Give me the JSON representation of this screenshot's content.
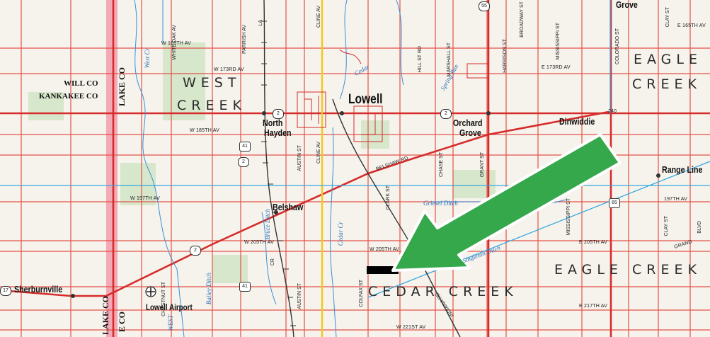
{
  "map": {
    "colors": {
      "background": "#f6f3ec",
      "road_grid": "#e0504a",
      "highway": "#d62c2c",
      "county_line_band": "#f2a9b4",
      "water": "#3a8fd8",
      "blue_line": "#36a9e0",
      "railroad": "#333333",
      "woods": "#cfe3c5",
      "arrow": "#34a84a",
      "parcel": "#000000",
      "yellow_road": "#f0c81e"
    },
    "icons": [
      "arrow-pointer-icon",
      "airport-icon",
      "route-shield-icon"
    ],
    "townships": {
      "west_top": "WEST",
      "west_bottom": "CREEK",
      "eagle_top": "EAGLE",
      "eagle_bottom": "CREEK",
      "eagle_south": "EAGLE CREEK",
      "cedar": "CEDAR CREEK"
    },
    "towns": {
      "lowell": "Lowell",
      "north": "North",
      "hayden": "Hayden",
      "orchard": "Orchard",
      "grove": "Grove",
      "dinwiddie": "Dinwiddie",
      "belshaw": "Belshaw",
      "sherburnville": "Sherburnville",
      "range_line": "Range Line",
      "grove_top": "Grove",
      "airport": "Lowell Airport"
    },
    "counties": {
      "will": "WILL CO",
      "kankakee": "KANKAKEE CO",
      "lake_top": "LAKE CO",
      "lake_bottom": "LAKE CO",
      "kankakee_bottom": "E CO"
    },
    "roads": {
      "w169": "W 169TH AV",
      "w173": "W 173RD AV",
      "w185": "W 185TH AV",
      "w197": "W 197TH AV",
      "w205a": "W 205TH AV",
      "w205b": "W 205TH AV",
      "w221": "W 221ST AV",
      "e165": "E 165TH AV",
      "e173": "E 173RD AV",
      "e197": "197TH AV",
      "e205": "E 205TH AV",
      "e217": "E 217TH AV",
      "belshaw_rd": "BELSHAW RD",
      "grand": "GRAND",
      "blvd": "BLVD",
      "white_oak": "WHITE OAK AV",
      "parrish": "PARRISH AV",
      "cline_top": "CLINE AV",
      "cline_mid": "CLINE AV",
      "austin_mid": "AUSTIN ST",
      "austin_low": "AUSTIN ST",
      "chestnut": "CHESTNUT ST",
      "colfax": "COLFAX ST",
      "clark": "CLARK ST",
      "chase": "CHASE ST",
      "grant": "GRANT ST",
      "marshall": "MARSHALL ST",
      "harrison": "HARRISON ST",
      "broadway": "BROADWAY ST",
      "mississippi_top": "MISSISSIPPI ST",
      "mississippi_low": "MISSISSIPPI ST",
      "colorado": "COLORADO ST",
      "clay_top": "CLAY ST",
      "clay_low": "CLAY ST",
      "hill": "HILL ST RD",
      "indiana": "INDIANA RD",
      "la": "LA",
      "cr": "CR",
      "wc": "WEST"
    },
    "waters": {
      "west_cr": "West Cr",
      "bruce_ditch": "Bruce Ditch",
      "bailey_ditch": "Bailey Ditch",
      "cedar_cr": "Cedar Cr",
      "griesel": "Griesel Ditch",
      "singleton": "Singleton Ditch",
      "spring_run": "Spring Run",
      "cedar_lake": "Cedar"
    },
    "shields": {
      "r2a": "2",
      "r2b": "2",
      "r2c": "2",
      "r41a": "41",
      "r41b": "41",
      "r55": "55",
      "r65": "65",
      "r17": "17",
      "r240": "240",
      "r2d": "2"
    }
  }
}
